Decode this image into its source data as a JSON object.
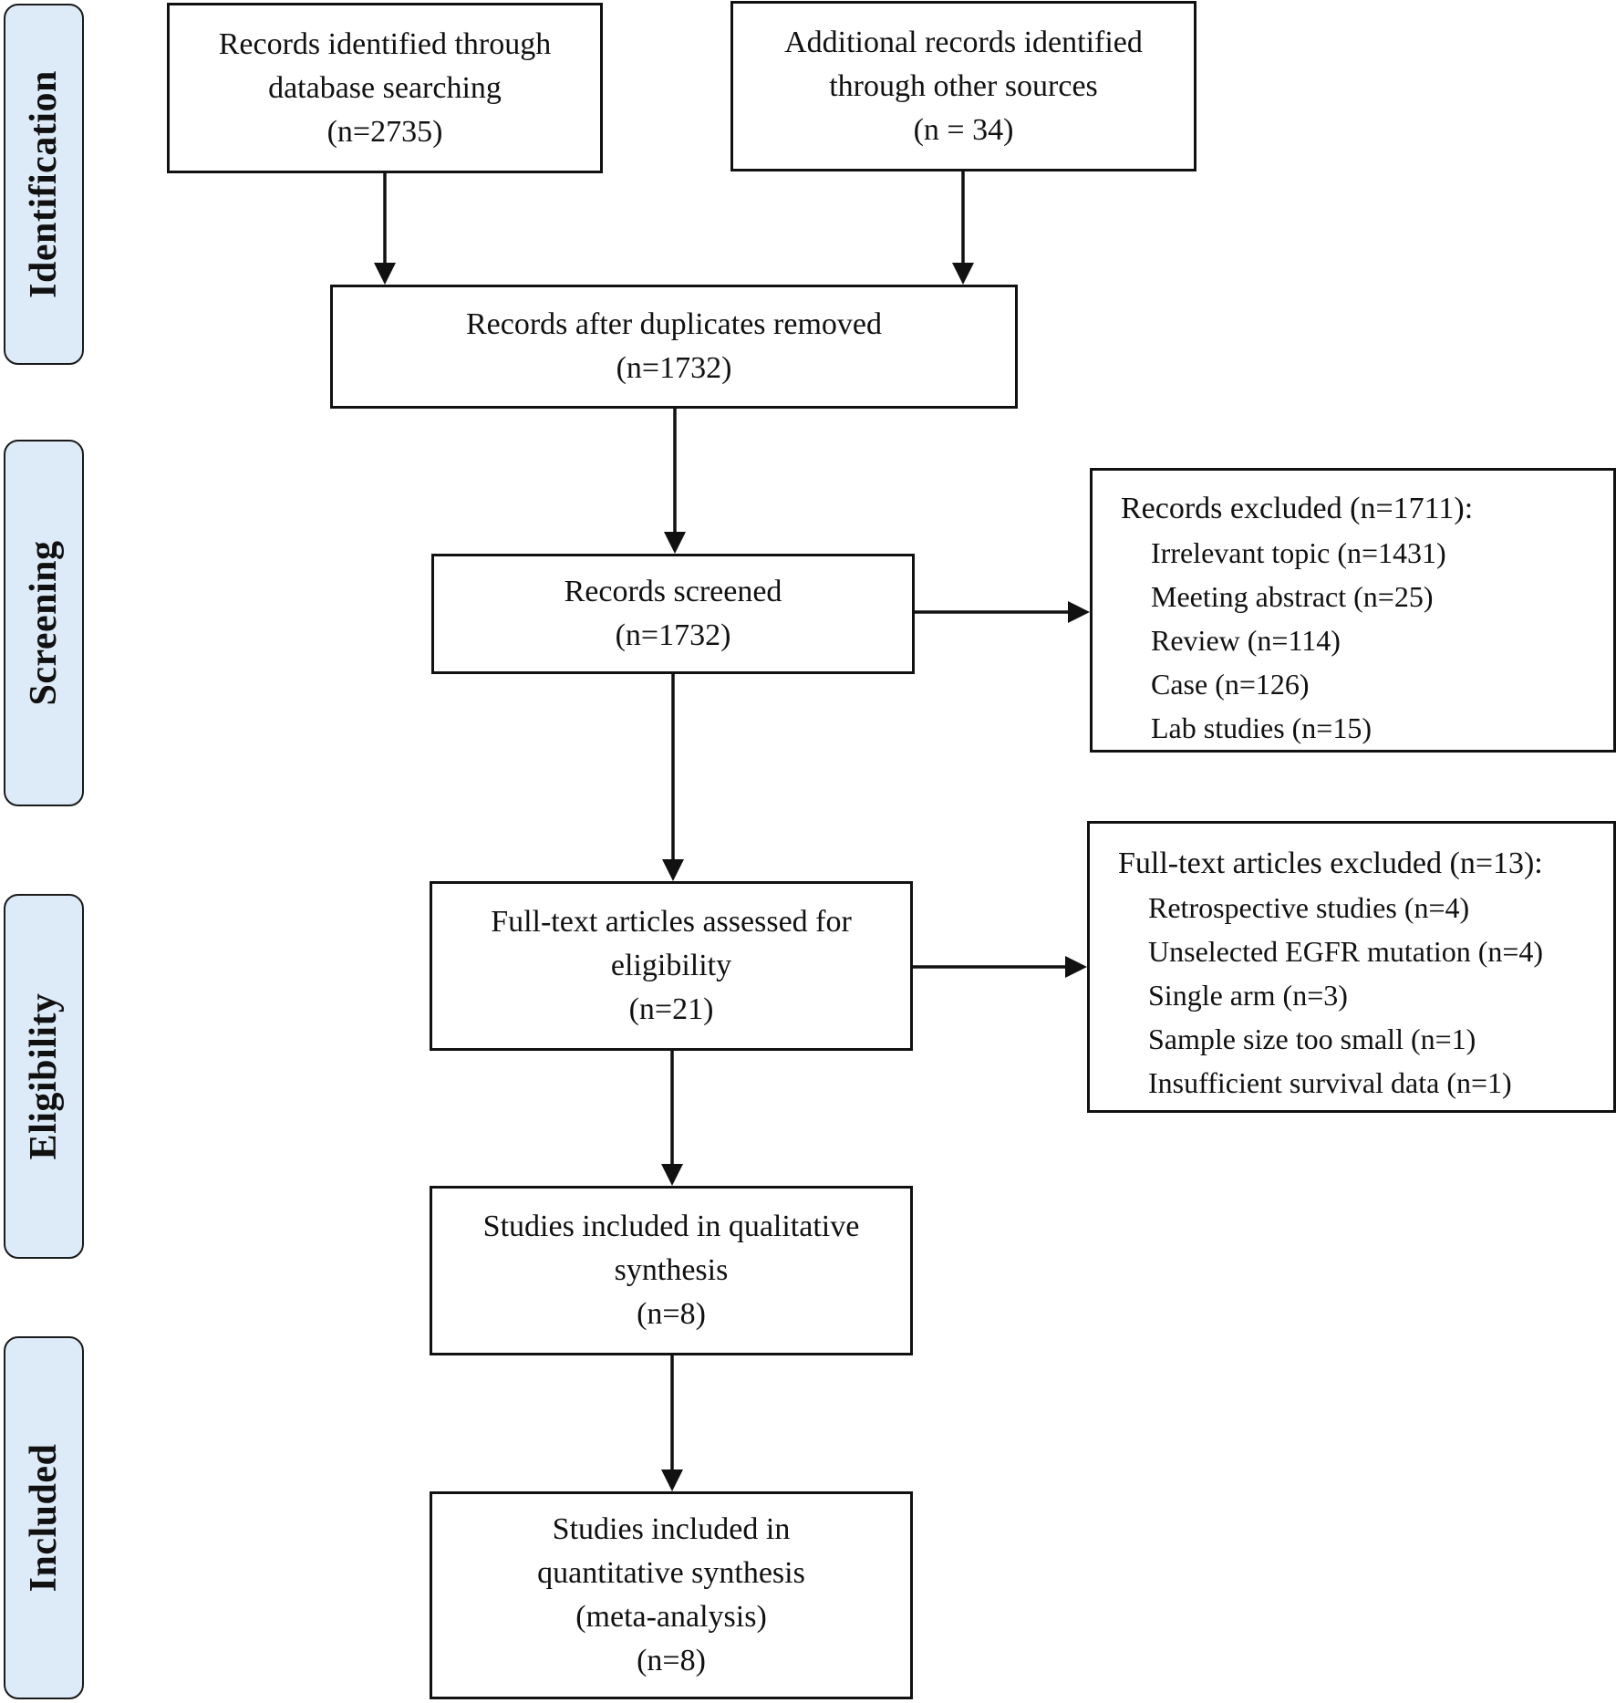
{
  "stages": {
    "identification": "Identification",
    "screening": "Screening",
    "eligibility": "Eligibility",
    "included": "Included"
  },
  "boxes": {
    "database": {
      "line1": "Records identified through",
      "line2": "database searching",
      "line3": "(n=2735)"
    },
    "other_sources": {
      "line1": "Additional records identified",
      "line2": "through other sources",
      "line3": "(n = 34)"
    },
    "duplicates_removed": {
      "line1": "Records after duplicates removed",
      "line2": "(n=1732)"
    },
    "screened": {
      "line1": "Records screened",
      "line2": "(n=1732)"
    },
    "fulltext": {
      "line1": "Full-text articles assessed for",
      "line2": "eligibility",
      "line3": "(n=21)"
    },
    "qualitative": {
      "line1": "Studies included in qualitative",
      "line2": "synthesis",
      "line3": "(n=8)"
    },
    "quantitative": {
      "line1": "Studies included in",
      "line2": "quantitative synthesis",
      "line3": "(meta-analysis)",
      "line4": "(n=8)"
    }
  },
  "records_excluded": {
    "title": "Records excluded (n=1711):",
    "items": [
      "Irrelevant topic (n=1431)",
      "Meeting abstract (n=25)",
      "Review (n=114)",
      "Case (n=126)",
      "Lab studies (n=15)"
    ]
  },
  "fulltext_excluded": {
    "title": "Full-text articles excluded (n=13):",
    "items": [
      "Retrospective studies (n=4)",
      "Unselected EGFR mutation (n=4)",
      "Single arm (n=3)",
      "Sample size too small (n=1)",
      "Insufficient survival data (n=1)"
    ]
  }
}
